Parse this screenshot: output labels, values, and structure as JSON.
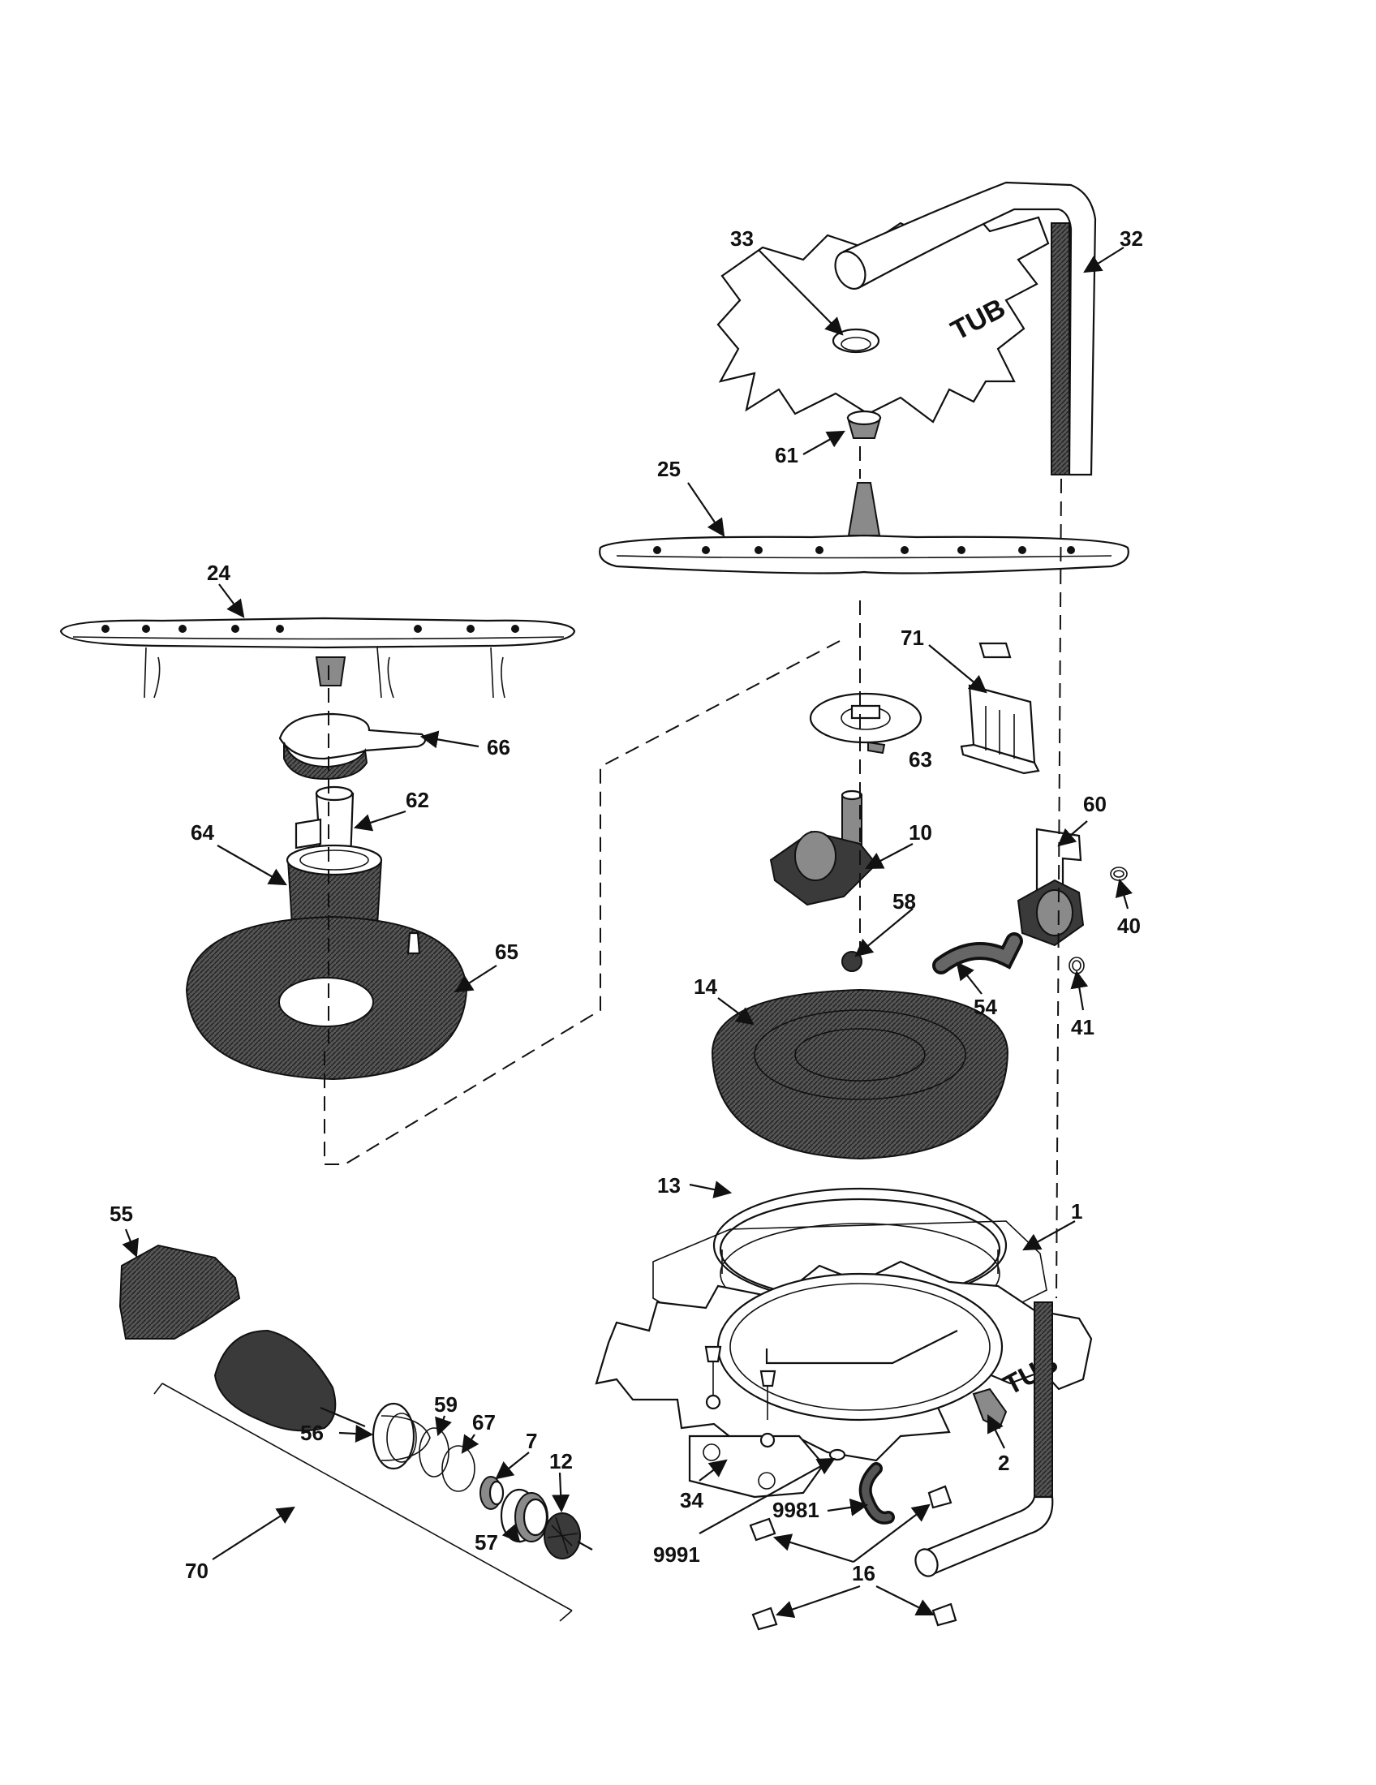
{
  "tub_label": "TUB",
  "labels": {
    "p1": "1",
    "p2": "2",
    "p7": "7",
    "p10": "10",
    "p12": "12",
    "p13": "13",
    "p14": "14",
    "p16": "16",
    "p24": "24",
    "p25": "25",
    "p32": "32",
    "p33": "33",
    "p34": "34",
    "p40": "40",
    "p41": "41",
    "p54": "54",
    "p55": "55",
    "p56": "56",
    "p57": "57",
    "p58": "58",
    "p59": "59",
    "p60": "60",
    "p61": "61",
    "p62": "62",
    "p63": "63",
    "p64": "64",
    "p65": "65",
    "p66": "66",
    "p67": "67",
    "p70": "70",
    "p71": "71",
    "p9981": "9981",
    "p9991": "9991"
  }
}
